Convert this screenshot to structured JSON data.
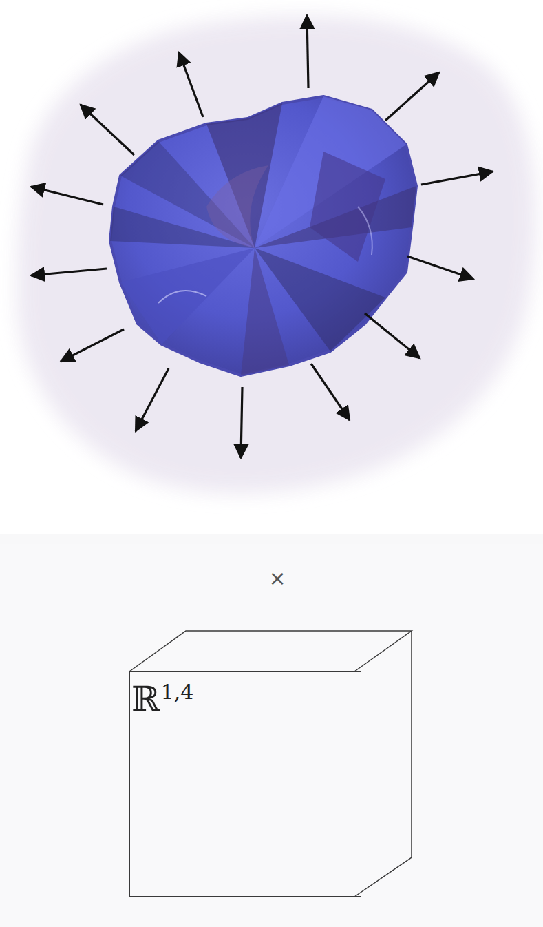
{
  "diagram": {
    "nodes": [
      {
        "text": [
          "ℝ",
          "1,4"
        ]
      }
    ],
    "labels": [
      "×"
    ]
  }
}
